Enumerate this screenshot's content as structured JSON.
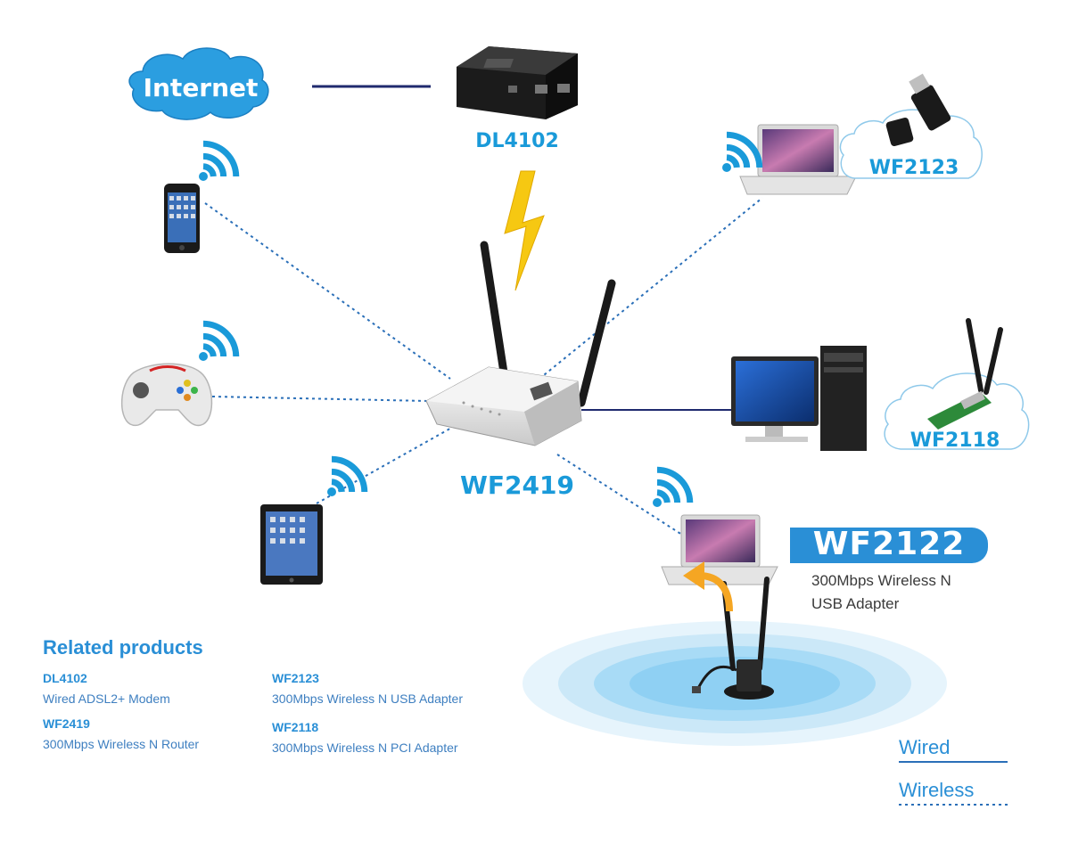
{
  "internet": {
    "label": "Internet"
  },
  "devices": {
    "modem": {
      "label": "DL4102"
    },
    "router": {
      "label": "WF2419"
    },
    "usb_adapter_top": {
      "label": "WF2123"
    },
    "pci_adapter": {
      "label": "WF2118"
    }
  },
  "featured": {
    "name": "WF2122",
    "desc_line1": "300Mbps Wireless N",
    "desc_line2": "USB Adapter"
  },
  "related": {
    "title": "Related products",
    "items": [
      {
        "name": "DL4102",
        "desc": "Wired ADSL2+ Modem"
      },
      {
        "name": "WF2419",
        "desc": "300Mbps Wireless N Router"
      },
      {
        "name": "WF2123",
        "desc": "300Mbps Wireless N USB Adapter"
      },
      {
        "name": "WF2118",
        "desc": "300Mbps Wireless N PCI Adapter"
      }
    ]
  },
  "legend": {
    "wired": "Wired",
    "wireless": "Wireless"
  },
  "colors": {
    "accent": "#1a9ad9",
    "wired_line": "#1f2a6e",
    "wireless_line": "#2a6fb8",
    "bolt": "#f6c812"
  }
}
